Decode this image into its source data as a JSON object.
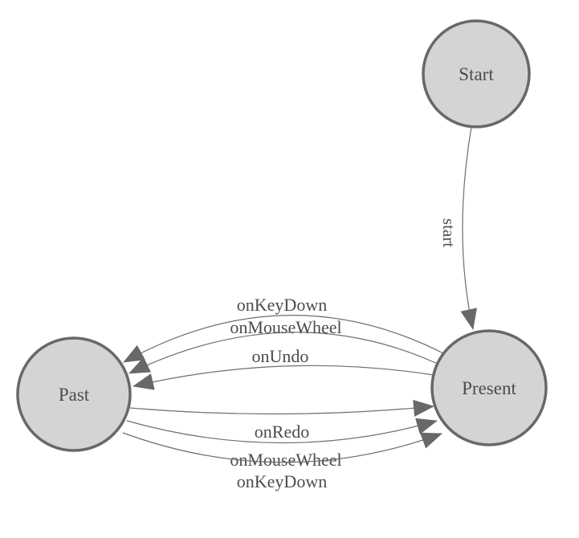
{
  "diagram": {
    "type": "state-machine",
    "colors": {
      "background": "#ffffff",
      "node_fill": "#d4d4d4",
      "node_border": "#686868",
      "edge": "#6e6e6e",
      "arrow": "#686868",
      "text": "#4c4c4c"
    },
    "nodes": [
      {
        "id": "start",
        "label": "Start"
      },
      {
        "id": "present",
        "label": "Present"
      },
      {
        "id": "past",
        "label": "Past"
      }
    ],
    "edges": [
      {
        "from": "start",
        "to": "present",
        "label": "start"
      },
      {
        "from": "present",
        "to": "past",
        "label": "onKeyDown"
      },
      {
        "from": "present",
        "to": "past",
        "label": "onMouseWheel"
      },
      {
        "from": "present",
        "to": "past",
        "label": "onUndo"
      },
      {
        "from": "past",
        "to": "present",
        "label": "onRedo"
      },
      {
        "from": "past",
        "to": "present",
        "label": "onMouseWheel"
      },
      {
        "from": "past",
        "to": "present",
        "label": "onKeyDown"
      }
    ]
  }
}
